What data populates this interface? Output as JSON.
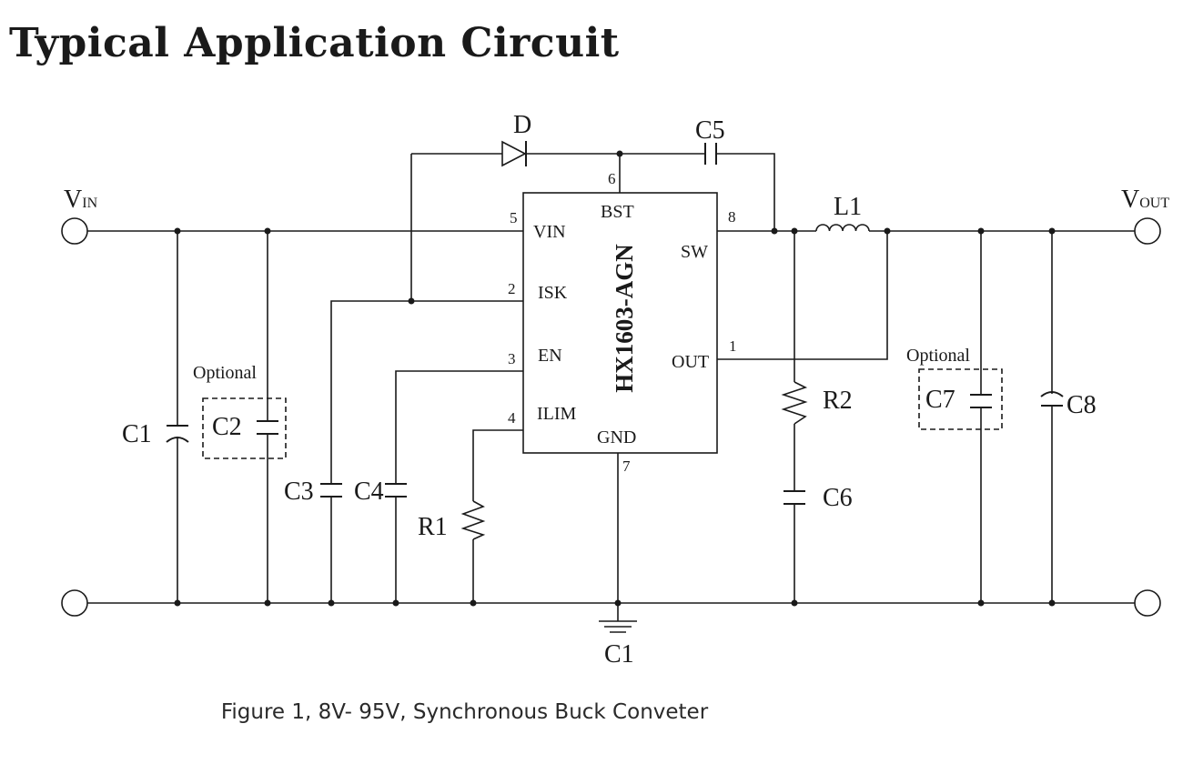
{
  "title": "Typical Application Circuit",
  "caption": "Figure 1, 8V- 95V, Synchronous Buck Conveter",
  "chip": {
    "part": "HX1603-AGN",
    "pins": {
      "vin": "VIN",
      "isk": "ISK",
      "en": "EN",
      "ilim": "ILIM",
      "bst": "BST",
      "sw": "SW",
      "out": "OUT",
      "gnd": "GND"
    },
    "pin_numbers": {
      "vin": "5",
      "isk": "2",
      "en": "3",
      "ilim": "4",
      "bst": "6",
      "sw": "8",
      "out": "1",
      "gnd": "7"
    }
  },
  "terminals": {
    "vin_main": "V",
    "vin_sub": "IN",
    "vout_main": "V",
    "vout_sub": "OUT"
  },
  "components": {
    "c1": "C1",
    "c2": "C2",
    "c3": "C3",
    "c4": "C4",
    "c5": "C5",
    "c6": "C6",
    "c7": "C7",
    "c8": "C8",
    "r1": "R1",
    "r2": "R2",
    "l1": "L1",
    "d": "D",
    "ground": "C1"
  },
  "optional_label": "Optional"
}
